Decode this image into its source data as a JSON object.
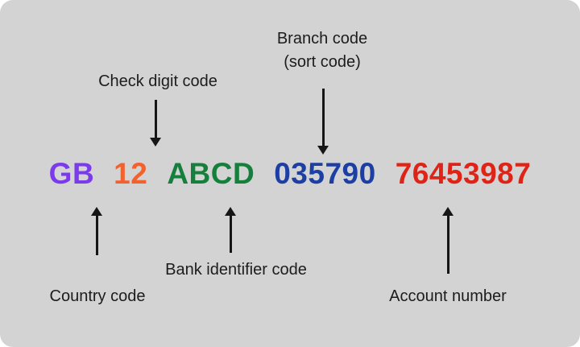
{
  "diagram": {
    "title_context": "IBAN structure explanation",
    "code": {
      "segments": [
        {
          "name": "country-code-value",
          "text": "GB",
          "color": "#7c3aed"
        },
        {
          "name": "check-digit-value",
          "text": "12",
          "color": "#f2622e"
        },
        {
          "name": "bank-identifier-value",
          "text": "ABCD",
          "color": "#157f3c"
        },
        {
          "name": "branch-code-value",
          "text": "035790",
          "color": "#1d3fa3"
        },
        {
          "name": "account-number-value",
          "text": "76453987",
          "color": "#df2317"
        }
      ]
    },
    "labels": {
      "branch_code_line1": "Branch code",
      "branch_code_line2": "(sort code)",
      "check_digit": "Check digit code",
      "country_code": "Country code",
      "bank_identifier": "Bank identifier code",
      "account_number": "Account number"
    },
    "colors": {
      "background": "#d3d3d3",
      "label_text": "#1c1c1c",
      "arrow": "#161616"
    }
  }
}
